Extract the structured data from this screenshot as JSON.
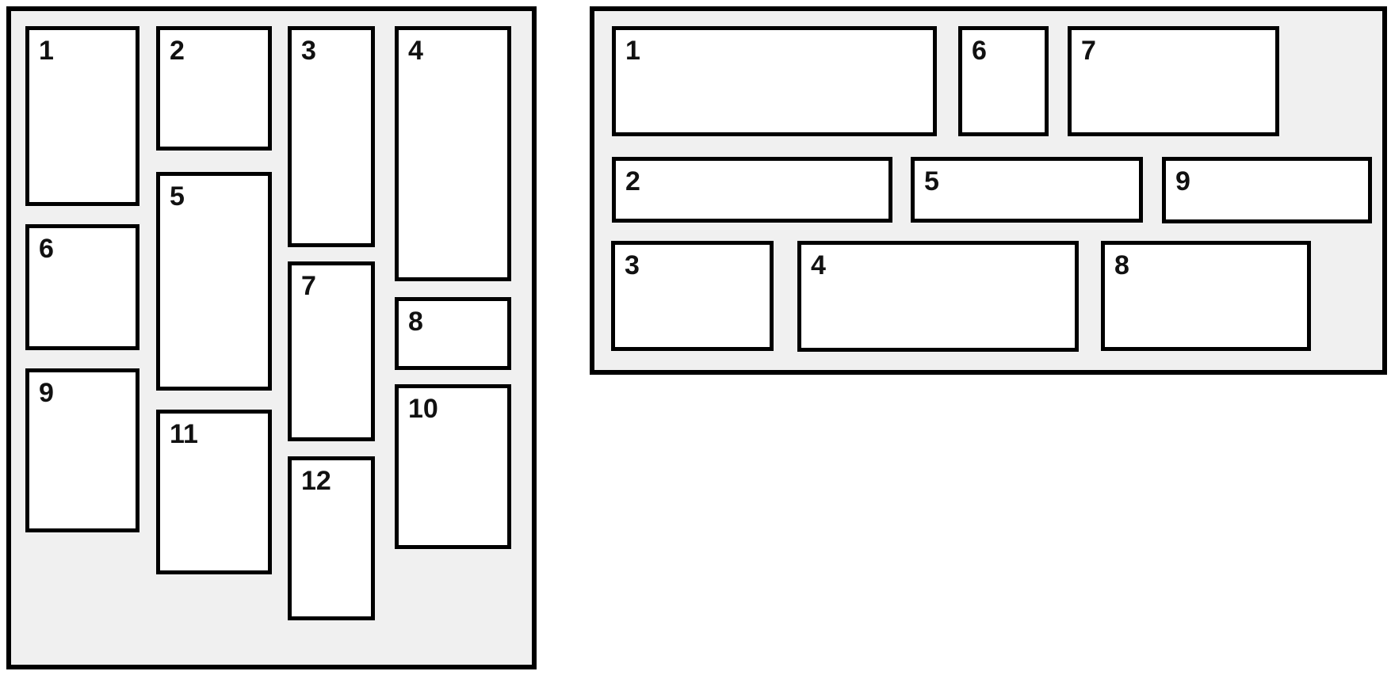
{
  "colors": {
    "canvas_bg": "#ffffff",
    "panel_bg": "#f0f0f0",
    "box_bg": "#ffffff",
    "border": "#000000",
    "label_text": "#111111"
  },
  "left_panel": {
    "labels": [
      "1",
      "2",
      "3",
      "4",
      "5",
      "6",
      "7",
      "8",
      "9",
      "10",
      "11",
      "12"
    ]
  },
  "right_panel": {
    "labels": [
      "1",
      "2",
      "3",
      "4",
      "5",
      "6",
      "7",
      "8",
      "9"
    ]
  }
}
